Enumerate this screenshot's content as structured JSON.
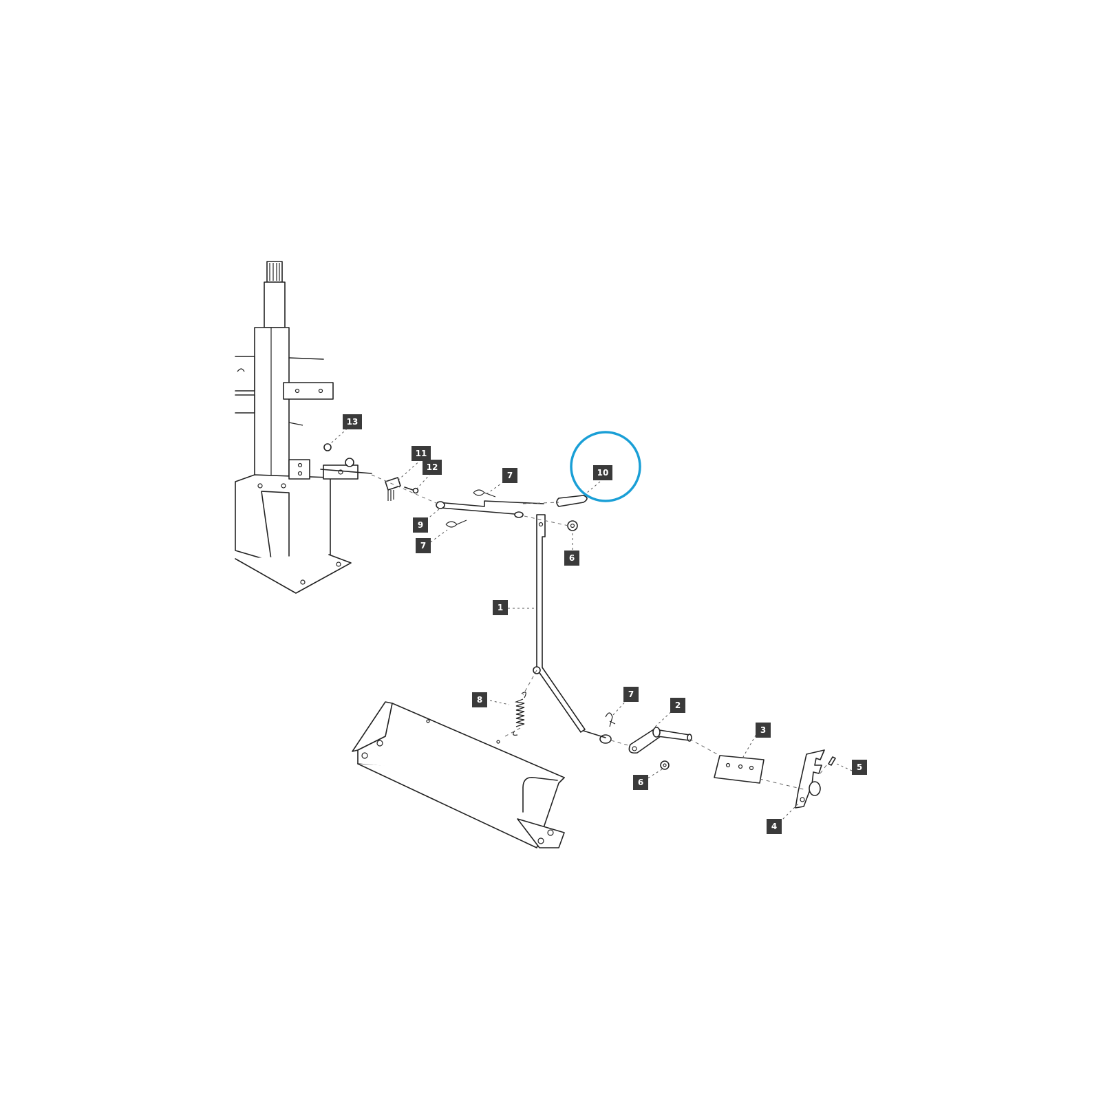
{
  "accent_color": "#1a9fd6",
  "highlighted_callout": "10",
  "callouts": [
    {
      "id": "c13",
      "label": "13"
    },
    {
      "id": "c11",
      "label": "11"
    },
    {
      "id": "c12",
      "label": "12"
    },
    {
      "id": "c7a",
      "label": "7"
    },
    {
      "id": "c10",
      "label": "10"
    },
    {
      "id": "c9",
      "label": "9"
    },
    {
      "id": "c7b",
      "label": "7"
    },
    {
      "id": "c6a",
      "label": "6"
    },
    {
      "id": "c1",
      "label": "1"
    },
    {
      "id": "c8",
      "label": "8"
    },
    {
      "id": "c7c",
      "label": "7"
    },
    {
      "id": "c2",
      "label": "2"
    },
    {
      "id": "c3",
      "label": "3"
    },
    {
      "id": "c5",
      "label": "5"
    },
    {
      "id": "c6b",
      "label": "6"
    },
    {
      "id": "c4",
      "label": "4"
    }
  ]
}
